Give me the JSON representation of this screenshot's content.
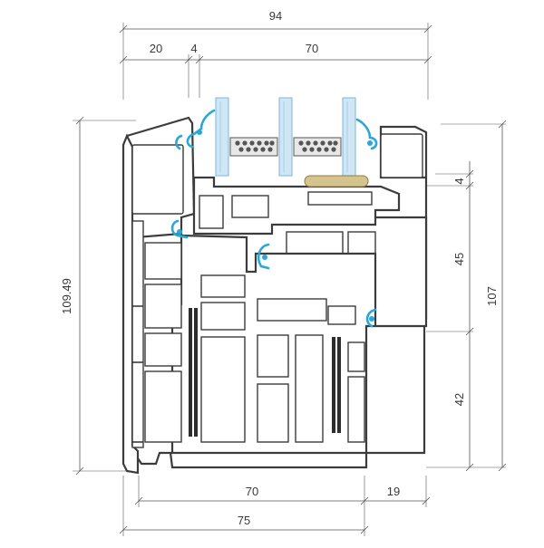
{
  "drawing": {
    "dimensions_top": {
      "overall": "94",
      "segments": [
        "20",
        "4",
        "70"
      ]
    },
    "dimensions_left": {
      "height": "109.49"
    },
    "dimensions_right": {
      "overall": "107",
      "segments": [
        "4",
        "45",
        "42"
      ]
    },
    "dimensions_bottom": {
      "sash": "70",
      "overlap": "19",
      "frame": "75"
    },
    "colors": {
      "profile_stroke": "#3c3c3c",
      "gasket": "#2aa7d6",
      "glass": "#cfe7f4",
      "glazing_block": "#d6c48f",
      "steel_reinforcement": "#2d2d2d"
    },
    "icons": [
      "glass-pane",
      "glazing-spacer",
      "gasket-seal",
      "steel-reinforcement",
      "glazing-block"
    ]
  }
}
